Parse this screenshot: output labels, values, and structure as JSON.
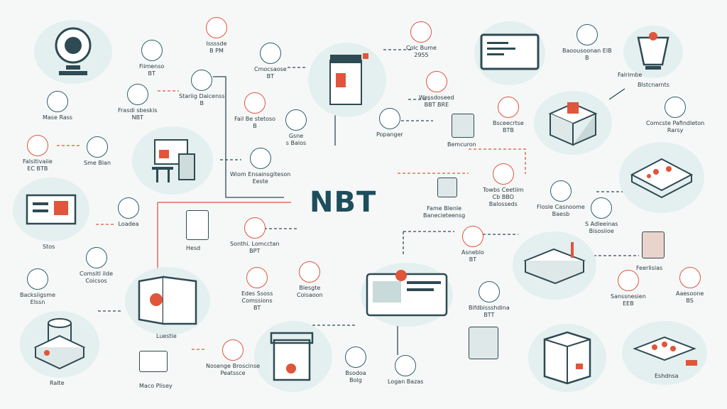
{
  "title": "NBT",
  "colors": {
    "accent": "#e0553c",
    "primary": "#1e4e5c",
    "line": "#2e4a52",
    "blob": "#e4efef"
  },
  "labels": {
    "l01": "Mase Rass",
    "l02": "Falsitivaiie",
    "l02b": "EC BTB",
    "l03": "Sme Blan",
    "l04": "Frasdi sbeskis",
    "l04b": "NBT",
    "l05": "Fiimenso",
    "l05b": "BT",
    "l06": "Stariig Daicenss",
    "l06b": "B",
    "l07": "Issssde",
    "l07b": "B PM",
    "l08": "Cmocsaose",
    "l08b": "BT",
    "l09": "Fail Be stetoso",
    "l09b": "B",
    "l10": "Gsne",
    "l10b": "s Balos",
    "l11": "Wiom Ensainsgiteson",
    "l11b": "Eeste",
    "l12": "Colc Bume",
    "l12b": "2955",
    "l13": "Wessdoseed",
    "l13b": "BBT BRE",
    "l14": "Popanger",
    "l15": "Bemcuron",
    "l16": "Bsceecrtse",
    "l16b": "BTB",
    "l17": "Baoousoonan ElB",
    "l17b": "B",
    "l18": "Blstcnarnts",
    "l19": "Comcste Pafindleton",
    "l19b": "Rarsy",
    "l20": "Loadea",
    "l21": "Stos",
    "l22": "Hesd",
    "l23": "Sonthi. Lomcctan",
    "l23b": "BPT",
    "l24": "Fame Blenle",
    "l24b": "Banecieteensg",
    "l25": "Towbs Ceetiim",
    "l25b": "Cb BBO",
    "l25c": "Balosseds",
    "l26": "Flosle Casnoome",
    "l26b": "Baesb",
    "l27": "S Adleeinas",
    "l27b": "Bisosiioe",
    "l28": "Comsitl ilde",
    "l28b": "Coicsos",
    "l29": "Backsiigsme",
    "l29b": "Elssn",
    "l30": "Luestie",
    "l31": "Edes Ssoss",
    "l31b": "Comssions",
    "l31c": "BT",
    "l32": "Blesgte",
    "l32b": "Coisaoon",
    "l33": "Asneblo",
    "l33b": "BT",
    "l34": "Bifdbissshdina",
    "l34b": "BTT",
    "l35": "Feerlisias",
    "l36": "Sanssnesien",
    "l36b": "EEB",
    "l37": "Aaesoone",
    "l37b": "BS",
    "l38": "Ralte",
    "l39": "Maco Plisey",
    "l40": "Nosenge Broscinse",
    "l40b": "Peatssce",
    "l41": "Bsodoa",
    "l41b": "Bolg",
    "l42": "Logan Bazas",
    "l43": "Eshdnsa",
    "l44": "Falrimbe"
  }
}
